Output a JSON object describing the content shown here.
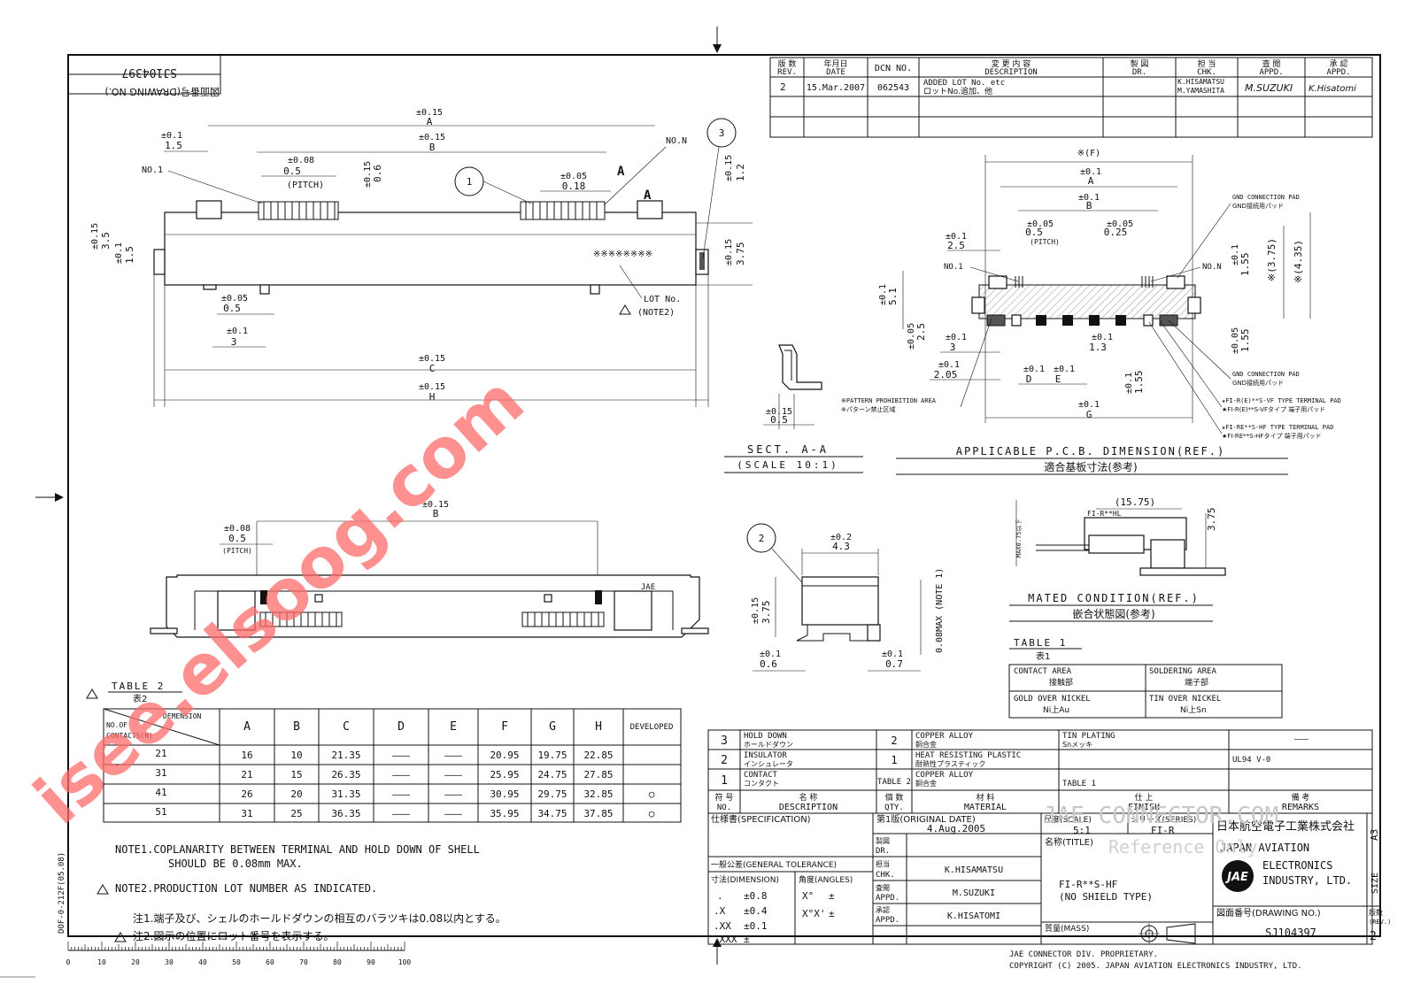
{
  "drawing_no_label": "図面番号(DRAWING NO.)",
  "drawing_no": "SJ104397",
  "revision_table": {
    "headers": [
      {
        "jp": "版 数",
        "en": "REV."
      },
      {
        "jp": "年月日",
        "en": "DATE"
      },
      {
        "jp": "",
        "en": "DCN NO."
      },
      {
        "jp": "変 更 内 容",
        "en": "DESCRIPTION"
      },
      {
        "jp": "製 図",
        "en": "DR."
      },
      {
        "jp": "担 当",
        "en": "CHK."
      },
      {
        "jp": "査 閲",
        "en": "APPD."
      },
      {
        "jp": "承 認",
        "en": "APPD."
      }
    ],
    "row": {
      "rev": "2",
      "date": "15.Mar.2007",
      "dcn": "062543",
      "desc1": "ADDED LOT No. etc",
      "desc2": "ロットNo.追加、他",
      "chk1": "K.HISAMATSU",
      "chk2": "M.YAMASHITA",
      "appd1": "M.SUZUKI",
      "appd2": "K.Hisatomi"
    }
  },
  "top_view": {
    "tol_a": "±0.15",
    "lbl_a": "A",
    "tol_b": "±0.15",
    "lbl_b": "B",
    "tol_15": "±0.1",
    "val_15": "1.5",
    "tol_pitch": "±0.08",
    "val_pitch": "0.5",
    "pitch_lbl": "(PITCH)",
    "tol_06": "±0.15",
    "val_06": "0.6",
    "tol_018": "±0.05",
    "val_018": "0.18",
    "tol_12": "±0.15",
    "val_12": "1.2",
    "tol_35": "±0.15",
    "val_35": "3.5",
    "tol_15b": "±0.1",
    "val_15b": "1.5",
    "tol_375": "±0.15",
    "val_375": "3.75",
    "tol_05b": "±0.05",
    "val_05b": "0.5",
    "tol_3": "±0.1",
    "val_3": "3",
    "tol_c": "±0.15",
    "lbl_c": "C",
    "tol_h": "±0.15",
    "lbl_h": "H",
    "no1": "NO.1",
    "non": "NO.N",
    "sec_a": "A",
    "lot_mark": "※※※※※※※※",
    "lot_no": "LOT No.",
    "note2": "(NOTE2)",
    "balloon1": "1",
    "balloon3": "3"
  },
  "section": {
    "tol": "±0.15",
    "val": "0.5",
    "title": "SECT. A-A",
    "scale": "(SCALE 10:1)"
  },
  "pcb": {
    "f": "※(F)",
    "tol_a": "±0.1",
    "lbl_a": "A",
    "tol_b": "±0.1",
    "lbl_b": "B",
    "tol_p": "±0.05",
    "val_p": "0.5",
    "pitch": "(PITCH)",
    "tol_025": "±0.05",
    "val_025": "0.25",
    "tol_25": "±0.1",
    "val_25": "2.5",
    "tol_51": "±0.1",
    "val_51": "5.1",
    "tol_155": "±0.1",
    "val_155": "1.55",
    "val_375": "※(3.75)",
    "val_435": "※(4.35)",
    "tol_25b": "±0.05",
    "val_25b": "2.5",
    "tol_3": "±0.1",
    "val_3": "3",
    "tol_13": "±0.1",
    "val_13": "1.3",
    "tol_205": "±0.1",
    "val_205": "2.05",
    "tol_d": "±0.1",
    "lbl_d": "D",
    "tol_e": "±0.1",
    "lbl_e": "E",
    "tol_155b": "±0.1",
    "val_155b": "1.55",
    "tol_155c": "±0.05",
    "val_155c": "1.55",
    "tol_g": "±0.1",
    "lbl_g": "G",
    "no1": "NO.1",
    "non": "NO.N",
    "gnd1": "GND CONNECTION PAD",
    "gnd1j": "GND接続用パッド",
    "gnd2": "GND CONNECTION PAD",
    "gnd2j": "GND接続用パッド",
    "vf": "★FI-R(E)**S-VF TYPE TERMINAL PAD",
    "vfj": "★FI-R(E)**S-VFタイプ 端子用パッド",
    "hf": "★FI-RE**S-HF TYPE TERMINAL PAD",
    "hfj": "★FI-RE**S-HFタイプ 端子用パッド",
    "pat": "※PATTERN PROHIBITION AREA",
    "patj": "※パターン禁止区域",
    "title": "APPLICABLE P.C.B. DIMENSION(REF.)",
    "title_jp": "適合基板寸法(参考)"
  },
  "side_view": {
    "tol_b": "±0.15",
    "lbl_b": "B",
    "tol_p": "±0.08",
    "val_p": "0.5",
    "pitch": "(PITCH)",
    "jae": "JAE"
  },
  "side_detail": {
    "balloon": "2",
    "tol_43": "±0.2",
    "val_43": "4.3",
    "tol_375": "±0.15",
    "val_375": "3.75",
    "coplan": "0.08MAX (NOTE 1)",
    "tol_06": "±0.1",
    "val_06": "0.6",
    "tol_07": "±0.1",
    "val_07": "0.7"
  },
  "mated": {
    "maxlbl": "MAX0.75以下",
    "dim": "(15.75)",
    "h": "3.75",
    "part": "FI-R**HL",
    "title": "MATED CONDITION(REF.)",
    "title_jp": "嵌合状態図(参考)"
  },
  "table1": {
    "title": "TABLE 1",
    "title_jp": "表1",
    "h1": "CONTACT AREA",
    "h1j": "接触部",
    "h2": "SOLDERING AREA",
    "h2j": "端子部",
    "c1": "GOLD OVER NICKEL",
    "c1j": "Ni上Au",
    "c2": "TIN OVER NICKEL",
    "c2j": "Ni上Sn"
  },
  "table2": {
    "title": "TABLE 2",
    "title_jp": "表2",
    "corner_top": "DEMENSION",
    "corner_bot1": "NO.OF",
    "corner_bot2": "CONTACTS(N)",
    "cols": [
      "A",
      "B",
      "C",
      "D",
      "E",
      "F",
      "G",
      "H",
      "DEVELOPED"
    ],
    "rows": [
      {
        "n": "21",
        "a": "16",
        "b": "10",
        "c": "21.35",
        "d": "———",
        "e": "———",
        "f": "20.95",
        "g": "19.75",
        "h": "22.85",
        "dev": ""
      },
      {
        "n": "31",
        "a": "21",
        "b": "15",
        "c": "26.35",
        "d": "———",
        "e": "———",
        "f": "25.95",
        "g": "24.75",
        "h": "27.85",
        "dev": ""
      },
      {
        "n": "41",
        "a": "26",
        "b": "20",
        "c": "31.35",
        "d": "———",
        "e": "———",
        "f": "30.95",
        "g": "29.75",
        "h": "32.85",
        "dev": "○"
      },
      {
        "n": "51",
        "a": "31",
        "b": "25",
        "c": "36.35",
        "d": "———",
        "e": "———",
        "f": "35.95",
        "g": "34.75",
        "h": "37.85",
        "dev": "○"
      }
    ]
  },
  "notes": {
    "n1a": "NOTE1.COPLANARITY BETWEEN TERMINAL AND HOLD DOWN OF SHELL",
    "n1b": "SHOULD BE 0.08mm MAX.",
    "n2": "NOTE2.PRODUCTION LOT NUMBER AS INDICATED.",
    "j1": "注1.端子及び、シェルのホールドダウンの相互のバラツキは0.08以内とする。",
    "j2": "注2.図示の位置にロット番号を表示する。"
  },
  "bom": {
    "rows": [
      {
        "no": "3",
        "desc": "HOLD DOWN",
        "descj": "ホールドダウン",
        "qty": "2",
        "mat": "COPPER ALLOY",
        "matj": "銅合金",
        "fin": "TIN PLATING",
        "finj": "Snメッキ",
        "rem": "———"
      },
      {
        "no": "2",
        "desc": "INSULATOR",
        "descj": "インシュレータ",
        "qty": "1",
        "mat": "HEAT RESISTING PLASTIC",
        "matj": "耐熱性プラスティック",
        "fin": "",
        "finj": "",
        "rem": "UL94 V-0"
      },
      {
        "no": "1",
        "desc": "CONTACT",
        "descj": "コンタクト",
        "qty": "TABLE 2",
        "mat": "COPPER ALLOY",
        "matj": "銅合金",
        "fin": "TABLE 1",
        "finj": "",
        "rem": ""
      }
    ],
    "h_no": "符 号",
    "h_no2": "NO.",
    "h_desc": "名 称",
    "h_desc2": "DESCRIPTION",
    "h_qty": "個 数",
    "h_qty2": "QTY.",
    "h_mat": "材 料",
    "h_mat2": "MATERIAL",
    "h_fin": "仕 上",
    "h_fin2": "FINISH",
    "h_rem": "備 考",
    "h_rem2": "REMARKS"
  },
  "title_block": {
    "spec": "仕様書(SPECIFICATION)",
    "orig": "第1版(ORIGINAL DATE)",
    "orig_date": "4.Aug.2005",
    "scale_l": "尺度(SCALE)",
    "scale": "5:1",
    "series_l": "シリーズ(SERIES)",
    "series": "FI-R",
    "gen_tol": "一般公差(GENERAL TOLERANCE)",
    "dim_l": "寸法(DIMENSION)",
    "ang_l": "角度(ANGLES)",
    "t1": ".",
    "t1v": "±0.8",
    "t2": ".X",
    "t2v": "±0.4",
    "t3": ".XX",
    "t3v": "±0.1",
    "t4": ".XXX",
    "t4v": "±",
    "a1": "X°",
    "a1v": "±",
    "a2": "X°X'",
    "a2v": "±",
    "dr": "製図",
    "dr2": "DR.",
    "chk": "担当",
    "chk2": "CHK.",
    "chk_name": "K.HISAMATSU",
    "appd": "査閲",
    "appd2": "APPD.",
    "appd_name": "M.SUZUKI",
    "appr": "承認",
    "appr2": "APPD.",
    "appr_name": "K.HISATOMI",
    "title_l": "名称(TITLE)",
    "title1": "FI-R**S-HF",
    "title2": "(NO SHIELD TYPE)",
    "mass": "質量(MASS)",
    "company_jp": "日本航空電子工業株式会社",
    "company1": "JAPAN AVIATION",
    "company2": "ELECTRONICS",
    "company3": "INDUSTRY, LTD.",
    "logo": "JAE",
    "dwg_l": "図面番号(DRAWING NO.)",
    "dwg": "SJ104397",
    "rev_l": "版数",
    "rev_l2": "(REV.)",
    "rev": "2",
    "size_l": "SIZE",
    "size": "A3",
    "prop1": "JAE CONNECTOR DIV. PROPRIETARY.",
    "prop2": "COPYRIGHT (C) 2005. JAPAN AVIATION ELECTRONICS INDUSTRY, LTD."
  },
  "form_no": "DOF-0-212F(05.08)",
  "ruler": [
    "0",
    "10",
    "20",
    "30",
    "40",
    "50",
    "60",
    "70",
    "80",
    "90",
    "100"
  ],
  "watermark": "isee.elsoog.com",
  "watermark2": "JAE CONNECTOR.COM",
  "watermark3": "Reference Only"
}
